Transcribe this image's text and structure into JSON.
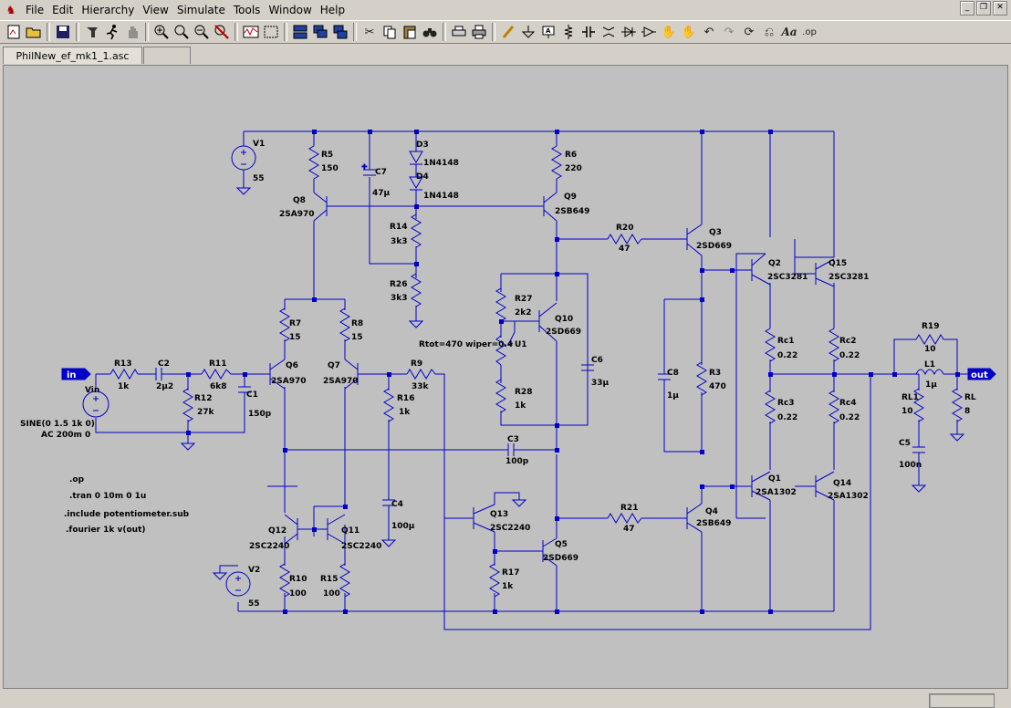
{
  "menu": {
    "file": "File",
    "edit": "Edit",
    "hierarchy": "Hierarchy",
    "view": "View",
    "simulate": "Simulate",
    "tools": "Tools",
    "window": "Window",
    "help": "Help"
  },
  "tabs": [
    "PhilNew_ef_mk1_1.asc",
    ""
  ],
  "colors": {
    "wire": "#0000c8",
    "junction": "#0000c8",
    "canvas": "#c0c0c0",
    "text": "#000000"
  },
  "toolbar_icons": [
    "new-schematic-icon",
    "open-icon",
    "save-icon",
    "control-panel-icon",
    "run-icon",
    "halt-icon",
    "zoom-in-icon",
    "zoom-fit-icon",
    "zoom-out-icon",
    "cancel-zoom-icon",
    "waveform-icon",
    "autorange-icon",
    "tile-horizontal-icon",
    "cascade-icon",
    "tile-vertical-icon",
    "cut-icon",
    "copy-icon",
    "paste-icon",
    "find-icon",
    "print-setup-icon",
    "print-icon",
    "draw-wire-icon",
    "ground-icon",
    "label-net-icon",
    "resistor-icon",
    "capacitor-icon",
    "inductor-icon",
    "diode-icon",
    "component-icon",
    "move-icon",
    "drag-icon",
    "undo-icon",
    "redo-icon",
    "rotate-icon",
    "mirror-icon",
    "text-icon",
    "spice-directive-icon"
  ],
  "schematic": {
    "V1": {
      "name": "V1",
      "value": "55"
    },
    "V2": {
      "name": "V2",
      "value": "55"
    },
    "Vin": {
      "name": "Vin",
      "value1": "SINE(0 1.5 1k 0)",
      "value2": "AC 200m 0"
    },
    "R5": {
      "name": "R5",
      "value": "150"
    },
    "C7": {
      "name": "C7",
      "value": "47µ"
    },
    "D3": {
      "name": "D3",
      "value": "1N4148"
    },
    "D4": {
      "name": "D4",
      "value": "1N4148"
    },
    "R6": {
      "name": "R6",
      "value": "220"
    },
    "Q8": {
      "name": "Q8",
      "value": "2SA970"
    },
    "Q9": {
      "name": "Q9",
      "value": "2SB649"
    },
    "R14": {
      "name": "R14",
      "value": "3k3"
    },
    "R26": {
      "name": "R26",
      "value": "3k3"
    },
    "R20": {
      "name": "R20",
      "value": "47"
    },
    "Q3": {
      "name": "Q3",
      "value": "2SD669"
    },
    "Q2": {
      "name": "Q2",
      "value": "2SC3281"
    },
    "Q15": {
      "name": "Q15",
      "value": "2SC3281"
    },
    "R7": {
      "name": "R7",
      "value": "15"
    },
    "R8": {
      "name": "R8",
      "value": "15"
    },
    "R27": {
      "name": "R27",
      "value": "2k2"
    },
    "Q10": {
      "name": "Q10",
      "value": "2SD669"
    },
    "U1": {
      "name": "U1",
      "value": "Rtot=470 wiper=0.4"
    },
    "C6": {
      "name": "C6",
      "value": "33µ"
    },
    "R28": {
      "name": "R28",
      "value": "1k"
    },
    "C8": {
      "name": "C8",
      "value": "1µ"
    },
    "R3": {
      "name": "R3",
      "value": "470"
    },
    "Rc1": {
      "name": "Rc1",
      "value": "0.22"
    },
    "Rc2": {
      "name": "Rc2",
      "value": "0.22"
    },
    "Rc3": {
      "name": "Rc3",
      "value": "0.22"
    },
    "Rc4": {
      "name": "Rc4",
      "value": "0.22"
    },
    "R19": {
      "name": "R19",
      "value": "10"
    },
    "L1": {
      "name": "L1",
      "value": "1µ"
    },
    "RL1": {
      "name": "RL1",
      "value": "10"
    },
    "RL": {
      "name": "RL",
      "value": "8"
    },
    "C5": {
      "name": "C5",
      "value": "100n"
    },
    "R13": {
      "name": "R13",
      "value": "1k"
    },
    "C2": {
      "name": "C2",
      "value": "2µ2"
    },
    "R11": {
      "name": "R11",
      "value": "6k8"
    },
    "R12": {
      "name": "R12",
      "value": "27k"
    },
    "C1": {
      "name": "C1",
      "value": "150p"
    },
    "Q6": {
      "name": "Q6",
      "value": "2SA970"
    },
    "Q7": {
      "name": "Q7",
      "value": "2SA970"
    },
    "R9": {
      "name": "R9",
      "value": "33k"
    },
    "R16": {
      "name": "R16",
      "value": "1k"
    },
    "C3": {
      "name": "C3",
      "value": "100p"
    },
    "C4": {
      "name": "C4",
      "value": "100µ"
    },
    "Q13": {
      "name": "Q13",
      "value": "2SC2240"
    },
    "Q5": {
      "name": "Q5",
      "value": "2SD669"
    },
    "R17": {
      "name": "R17",
      "value": "1k"
    },
    "R21": {
      "name": "R21",
      "value": "47"
    },
    "Q4": {
      "name": "Q4",
      "value": "2SB649"
    },
    "Q1": {
      "name": "Q1",
      "value": "2SA1302"
    },
    "Q14": {
      "name": "Q14",
      "value": "2SA1302"
    },
    "Q12": {
      "name": "Q12",
      "value": "2SC2240"
    },
    "Q11": {
      "name": "Q11",
      "value": "2SC2240"
    },
    "R10": {
      "name": "R10",
      "value": "100"
    },
    "R15": {
      "name": "R15",
      "value": "100"
    },
    "label_in": "in",
    "label_out": "out",
    "directives": [
      ".op",
      ".tran 0 10m 0 1u",
      ".include potentiometer.sub",
      ".fourier 1k v(out)"
    ]
  }
}
